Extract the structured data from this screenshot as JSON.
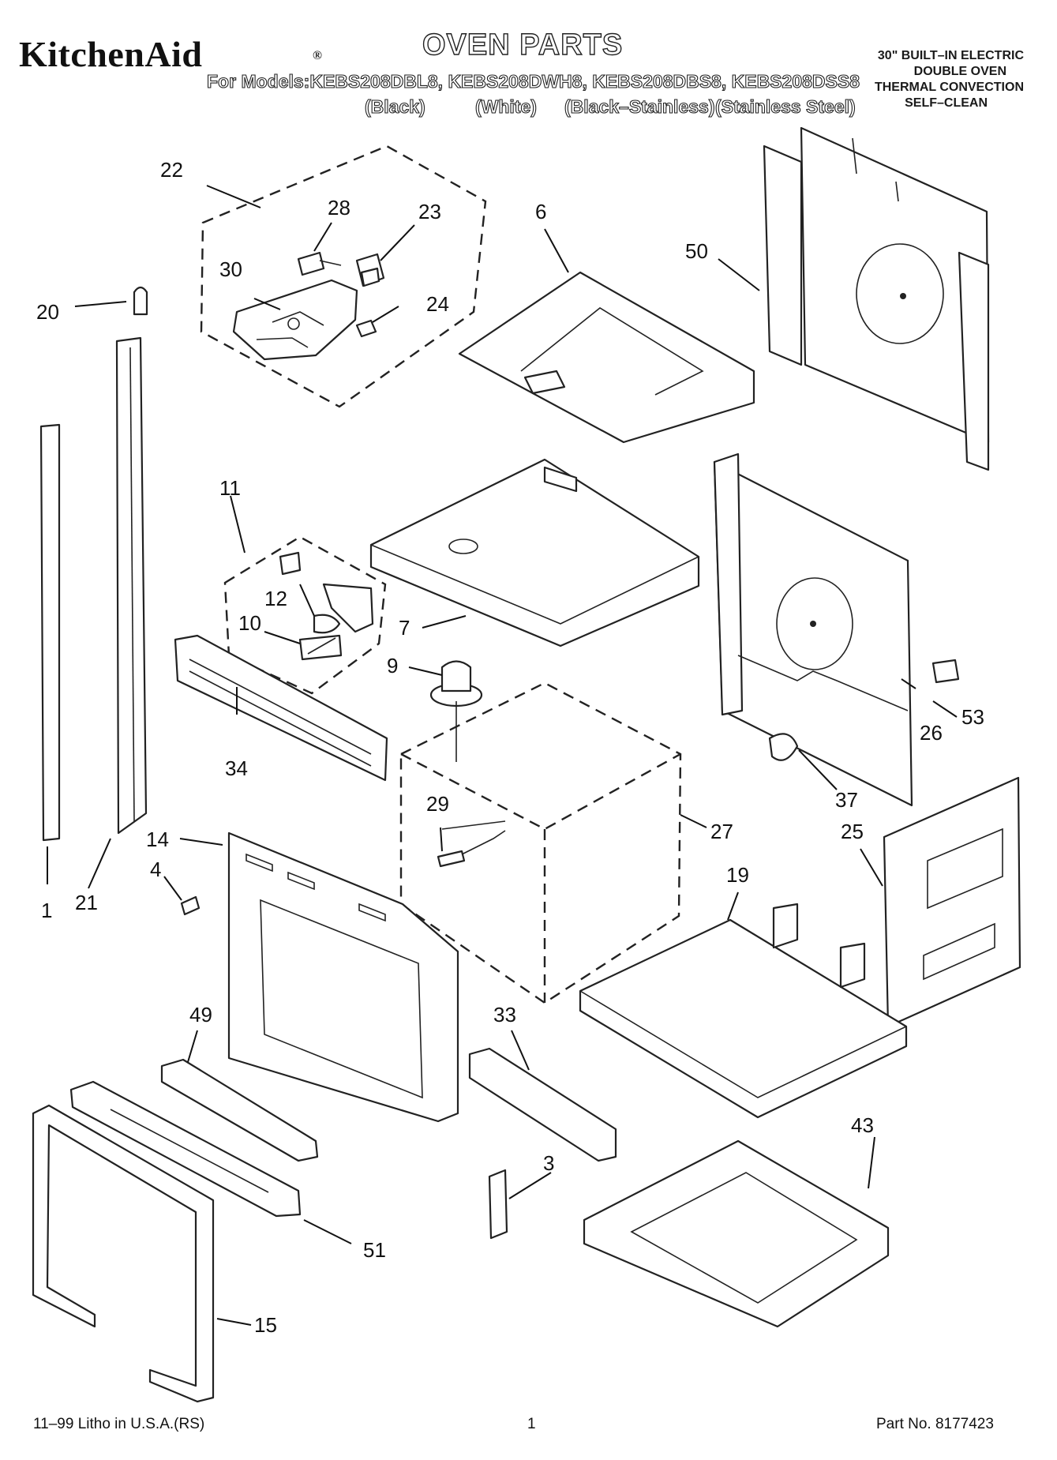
{
  "header": {
    "brand": "KitchenAid",
    "brand_small": "®",
    "title": "OVEN PARTS",
    "models_line": "For Models:KEBS208DBL8, KEBS208DWH8, KEBS208DBS8, KEBS208DSS8",
    "variants": [
      "(Black)",
      "(White)",
      "(Black–Stainless)",
      "(Stainless Steel)"
    ],
    "spec_lines": [
      "30\" BUILT–IN ELECTRIC",
      "DOUBLE OVEN",
      "THERMAL CONVECTION",
      "SELF–CLEAN"
    ]
  },
  "callouts": [
    "22",
    "28",
    "23",
    "6",
    "50",
    "30",
    "24",
    "20",
    "11",
    "12",
    "10",
    "7",
    "9",
    "34",
    "53",
    "26",
    "37",
    "29",
    "27",
    "25",
    "14",
    "4",
    "1",
    "21",
    "19",
    "49",
    "33",
    "43",
    "3",
    "51",
    "15"
  ],
  "footer": {
    "left": "11–99 Litho in U.S.A.(RS)",
    "center": "1",
    "right": "Part No. 8177423"
  }
}
